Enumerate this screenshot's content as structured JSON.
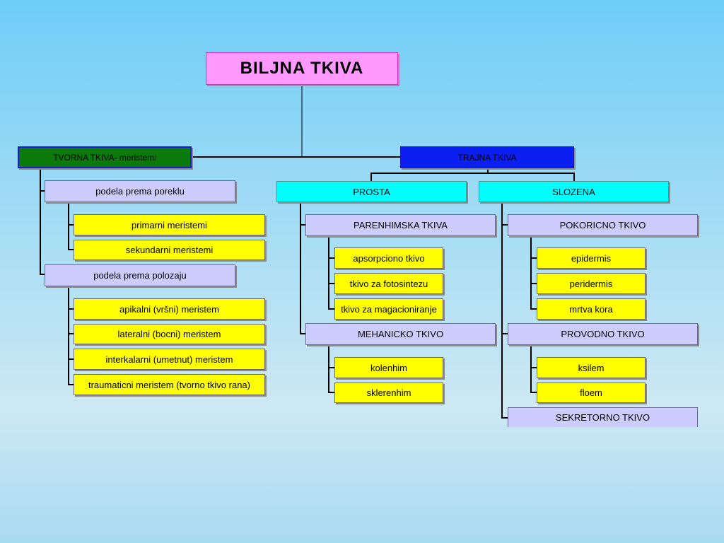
{
  "title": "BILJNA  TKIVA",
  "tvorna": {
    "label": "TVORNA TKIVA- meristemi",
    "poreklo": {
      "label": "podela prema poreklu",
      "items": [
        "primarni meristemi",
        "sekundarni meristemi"
      ]
    },
    "polozaj": {
      "label": "podela prema polozaju",
      "items": [
        "apikalni (vršni) meristem",
        "lateralni (bocni) meristem",
        "interkalarni (umetnut) meristem",
        "traumaticni  meristem (tvorno tkivo rana)"
      ]
    }
  },
  "trajna": {
    "label": "TRAJNA TKIVA",
    "prosta": {
      "label": "PROSTA",
      "parenhimska": {
        "label": "PARENHIMSKA TKIVA",
        "items": [
          "apsorpciono tkivo",
          "tkivo za fotosintezu",
          "tkivo za magacioniranje"
        ]
      },
      "mehanicko": {
        "label": "MEHANICKO TKIVO",
        "items": [
          "kolenhim",
          "sklerenhim"
        ]
      }
    },
    "slozena": {
      "label": "SLOZENA",
      "pokoricno": {
        "label": "POKORICNO TKIVO",
        "items": [
          "epidermis",
          "peridermis",
          "mrtva kora"
        ]
      },
      "provodno": {
        "label": "PROVODNO TKIVO",
        "items": [
          "ksilem",
          "floem"
        ]
      },
      "sekretorno": {
        "label": "SEKRETORNO TKIVO"
      }
    }
  }
}
